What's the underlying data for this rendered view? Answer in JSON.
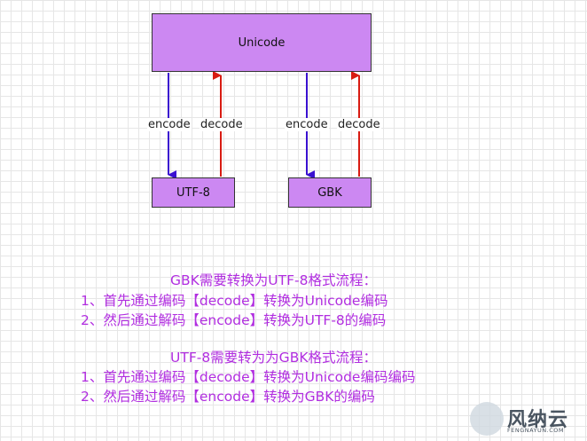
{
  "diagram": {
    "unicode_label": "Unicode",
    "utf8_label": "UTF-8",
    "gbk_label": "GBK",
    "left_encode": "encode",
    "left_decode": "decode",
    "right_encode": "encode",
    "right_decode": "decode"
  },
  "colors": {
    "box_fill": "#cc88f2",
    "encode_arrow": "#3a10d0",
    "decode_arrow": "#d81b12",
    "note_text": "#b12ee0"
  },
  "notes": {
    "gbk_to_utf8": {
      "title": "GBK需要转换为UTF-8格式流程：",
      "step1": "1、首先通过编码【decode】转换为Unicode编码",
      "step2": "2、然后通过解码【encode】转换为UTF-8的编码"
    },
    "utf8_to_gbk": {
      "title": "UTF-8需要转为为GBK格式流程：",
      "step1": "1、首先通过编码【decode】转换为Unicode编码编码",
      "step2": "2、然后通过解码【encode】转换为GBK的编码"
    }
  },
  "watermark": {
    "text": "风纳云",
    "sub": "FENGNAYUN.COM",
    "logo_icon": "globe-logo-icon"
  }
}
